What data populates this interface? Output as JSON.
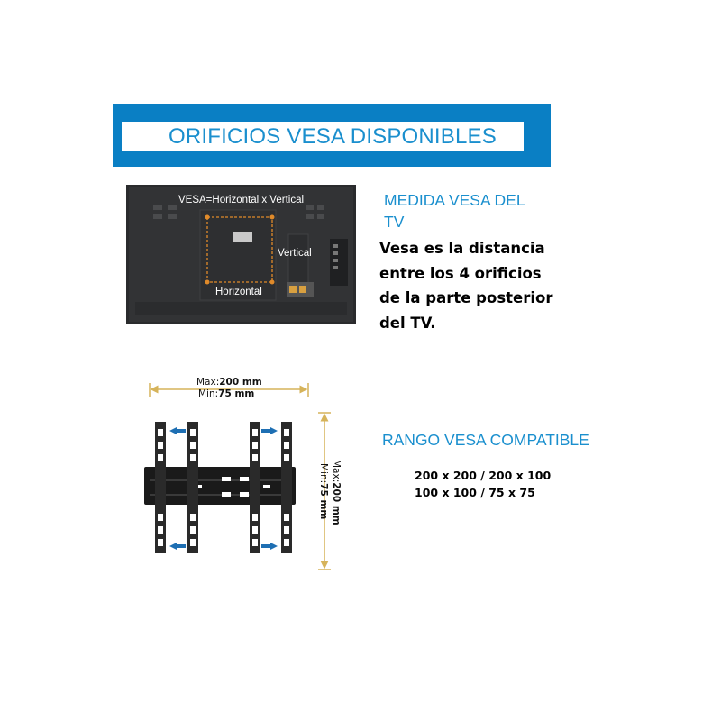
{
  "banner": {
    "title": "ORIFICIOS VESA DISPONIBLES"
  },
  "tv_image": {
    "formula": "VESA=Horizontal x Vertical",
    "vertical_label": "Vertical",
    "horizontal_label": "Horizontal"
  },
  "measure": {
    "title_line1": "MEDIDA VESA DEL",
    "title_line2": "TV",
    "desc": [
      "Vesa es la distancia",
      "entre los 4 orificios",
      "de la parte posterior",
      "del TV."
    ]
  },
  "bracket": {
    "max_prefix": "Max:",
    "max_value": "200 mm",
    "min_prefix": "Min:",
    "min_value": "75 mm",
    "v_max_prefix": "Max:",
    "v_max_value": "200 mm",
    "v_min_prefix": "Min:",
    "v_min_value": "75 mm"
  },
  "range": {
    "title": "RANGO VESA COMPATIBLE",
    "line1": "200 x 200 / 200 x 100",
    "line2": "100 x 100 / 75 x 75"
  },
  "colors": {
    "accent": "#1a8fce",
    "banner": "#0a7fc4",
    "dim_line": "#d6b35a",
    "arrow": "#1e6fb3"
  }
}
